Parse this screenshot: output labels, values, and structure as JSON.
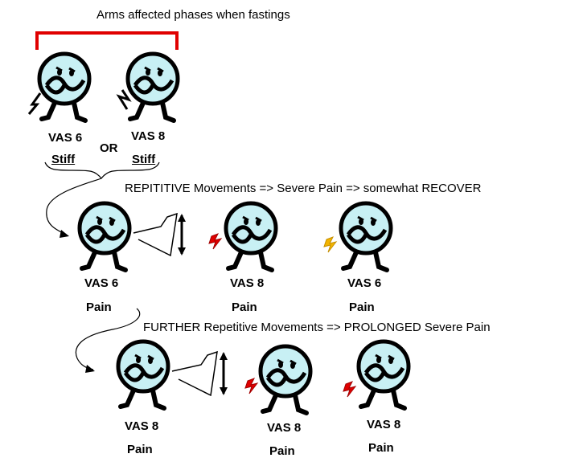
{
  "header": {
    "caption": "Arms affected phases when fastings"
  },
  "top_row": {
    "figures": [
      {
        "vas": "VAS 6",
        "state": "Stiff"
      },
      {
        "vas": "VAS 8",
        "state": "Stiff"
      }
    ],
    "connector": "OR"
  },
  "row2": {
    "caption": "REPITITIVE Movements => Severe Pain => somewhat RECOVER",
    "figures": [
      {
        "vas": "VAS 6",
        "state": "Pain"
      },
      {
        "vas": "VAS 8",
        "state": "Pain"
      },
      {
        "vas": "VAS 6",
        "state": "Pain"
      }
    ]
  },
  "row3": {
    "caption": "FURTHER Repetitive Movements => PROLONGED Severe Pain",
    "figures": [
      {
        "vas": "VAS 8",
        "state": "Pain"
      },
      {
        "vas": "VAS 8",
        "state": "Pain"
      },
      {
        "vas": "VAS 8",
        "state": "Pain"
      }
    ]
  },
  "colors": {
    "face": "#c8f0f4",
    "bracket": "#e00000",
    "pain_bolt_red": "#e00000",
    "pain_bolt_yellow": "#f2b400",
    "stroke": "#000000"
  },
  "icons": [
    "smiley-face-icon",
    "lightning-bolt-icon",
    "bent-arm-icon",
    "curved-arrow-icon"
  ]
}
